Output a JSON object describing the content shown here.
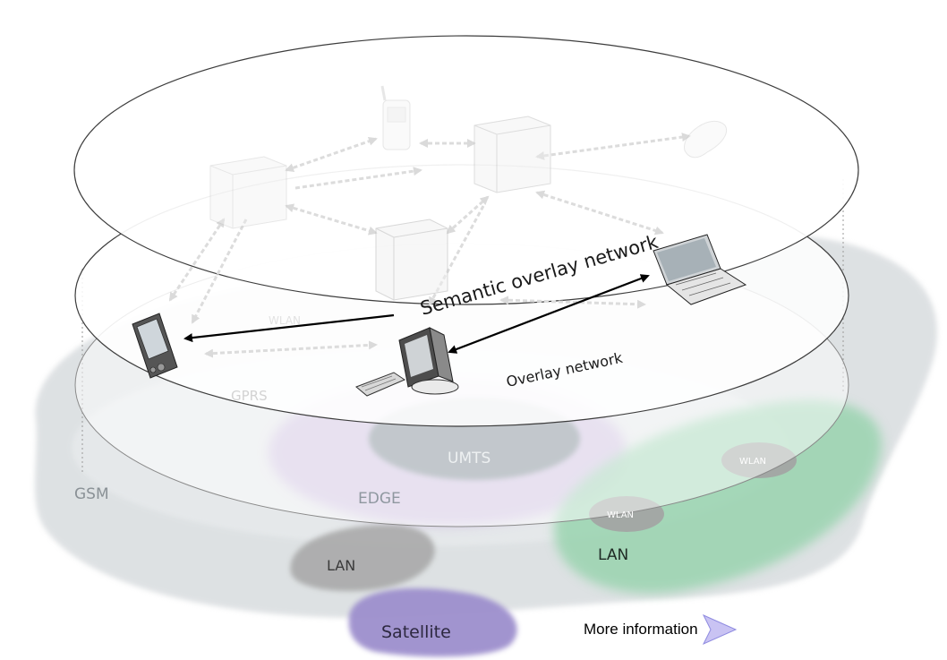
{
  "labels": {
    "semantic_overlay": "Semantic overlay network",
    "overlay": "Overlay network",
    "gprs": "GPRS",
    "wlan_faded": "WLAN",
    "umts": "UMTS",
    "gsm": "GSM",
    "edge": "EDGE",
    "lan_left": "LAN",
    "lan_right": "LAN",
    "wlan_1": "WLAN",
    "wlan_2": "WLAN",
    "satellite": "Satellite"
  },
  "more_info": {
    "label": "More information",
    "arrow_icon": "play-triangle-icon",
    "arrow_color": "#c9c3f3"
  },
  "colors": {
    "gsm": "#b9c1c6",
    "edge_purple": "#c9b9dc",
    "umts": "#7b8a90",
    "wlan_green": "#8fd1a8",
    "lan_gray": "#a7a7a7",
    "satellite": "#9d8fcd"
  }
}
